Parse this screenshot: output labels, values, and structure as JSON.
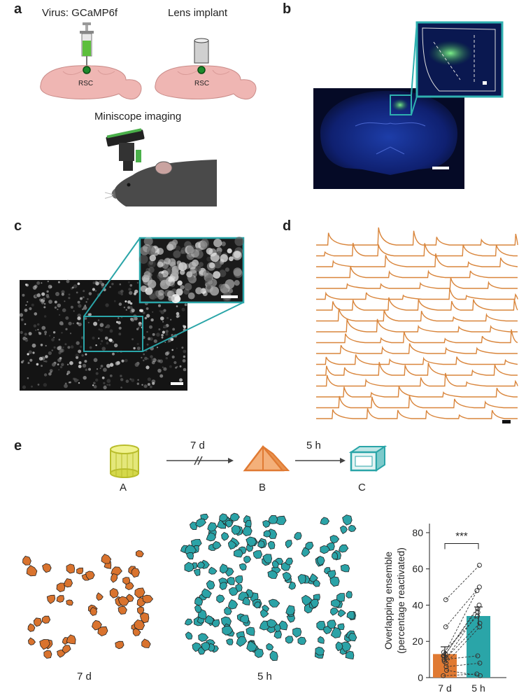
{
  "panels": {
    "a": {
      "label": "a",
      "virus_label": "Virus: GCaMP6f",
      "lens_label": "Lens implant",
      "region_1": "RSC",
      "region_2": "RSC",
      "imaging_label": "Miniscope imaging"
    },
    "b": {
      "label": "b"
    },
    "c": {
      "label": "c"
    },
    "d": {
      "label": "d",
      "trace_count": 17,
      "trace_color": "#d9853b"
    },
    "e": {
      "label": "e",
      "contexts": [
        {
          "name": "A",
          "color": "#d4d84a"
        },
        {
          "name": "B",
          "color": "#e07a33"
        },
        {
          "name": "C",
          "color": "#2aa5a8"
        }
      ],
      "interval_1": "7 d",
      "interval_2": "5 h",
      "map_labels": [
        "7 d",
        "5 h"
      ],
      "map_colors": [
        "#d9732e",
        "#2ba3a7"
      ]
    }
  },
  "chart_data": {
    "type": "bar",
    "categories": [
      "7 d",
      "5 h"
    ],
    "values": [
      13,
      34
    ],
    "errors": [
      4,
      5
    ],
    "colors": [
      "#e07a33",
      "#2aa5a8"
    ],
    "ylabel_line1": "Overlapping ensemble",
    "ylabel_line2": "(percentage reactivated)",
    "ylim": [
      0,
      85
    ],
    "yticks": [
      0,
      20,
      40,
      60,
      80
    ],
    "significance": "***",
    "paired_points": [
      [
        1,
        2
      ],
      [
        4,
        1
      ],
      [
        6,
        8
      ],
      [
        8,
        28
      ],
      [
        9,
        36
      ],
      [
        10,
        12
      ],
      [
        11,
        30
      ],
      [
        12,
        38
      ],
      [
        12,
        48
      ],
      [
        13,
        40
      ],
      [
        14,
        34
      ],
      [
        28,
        50
      ],
      [
        43,
        62
      ]
    ]
  }
}
